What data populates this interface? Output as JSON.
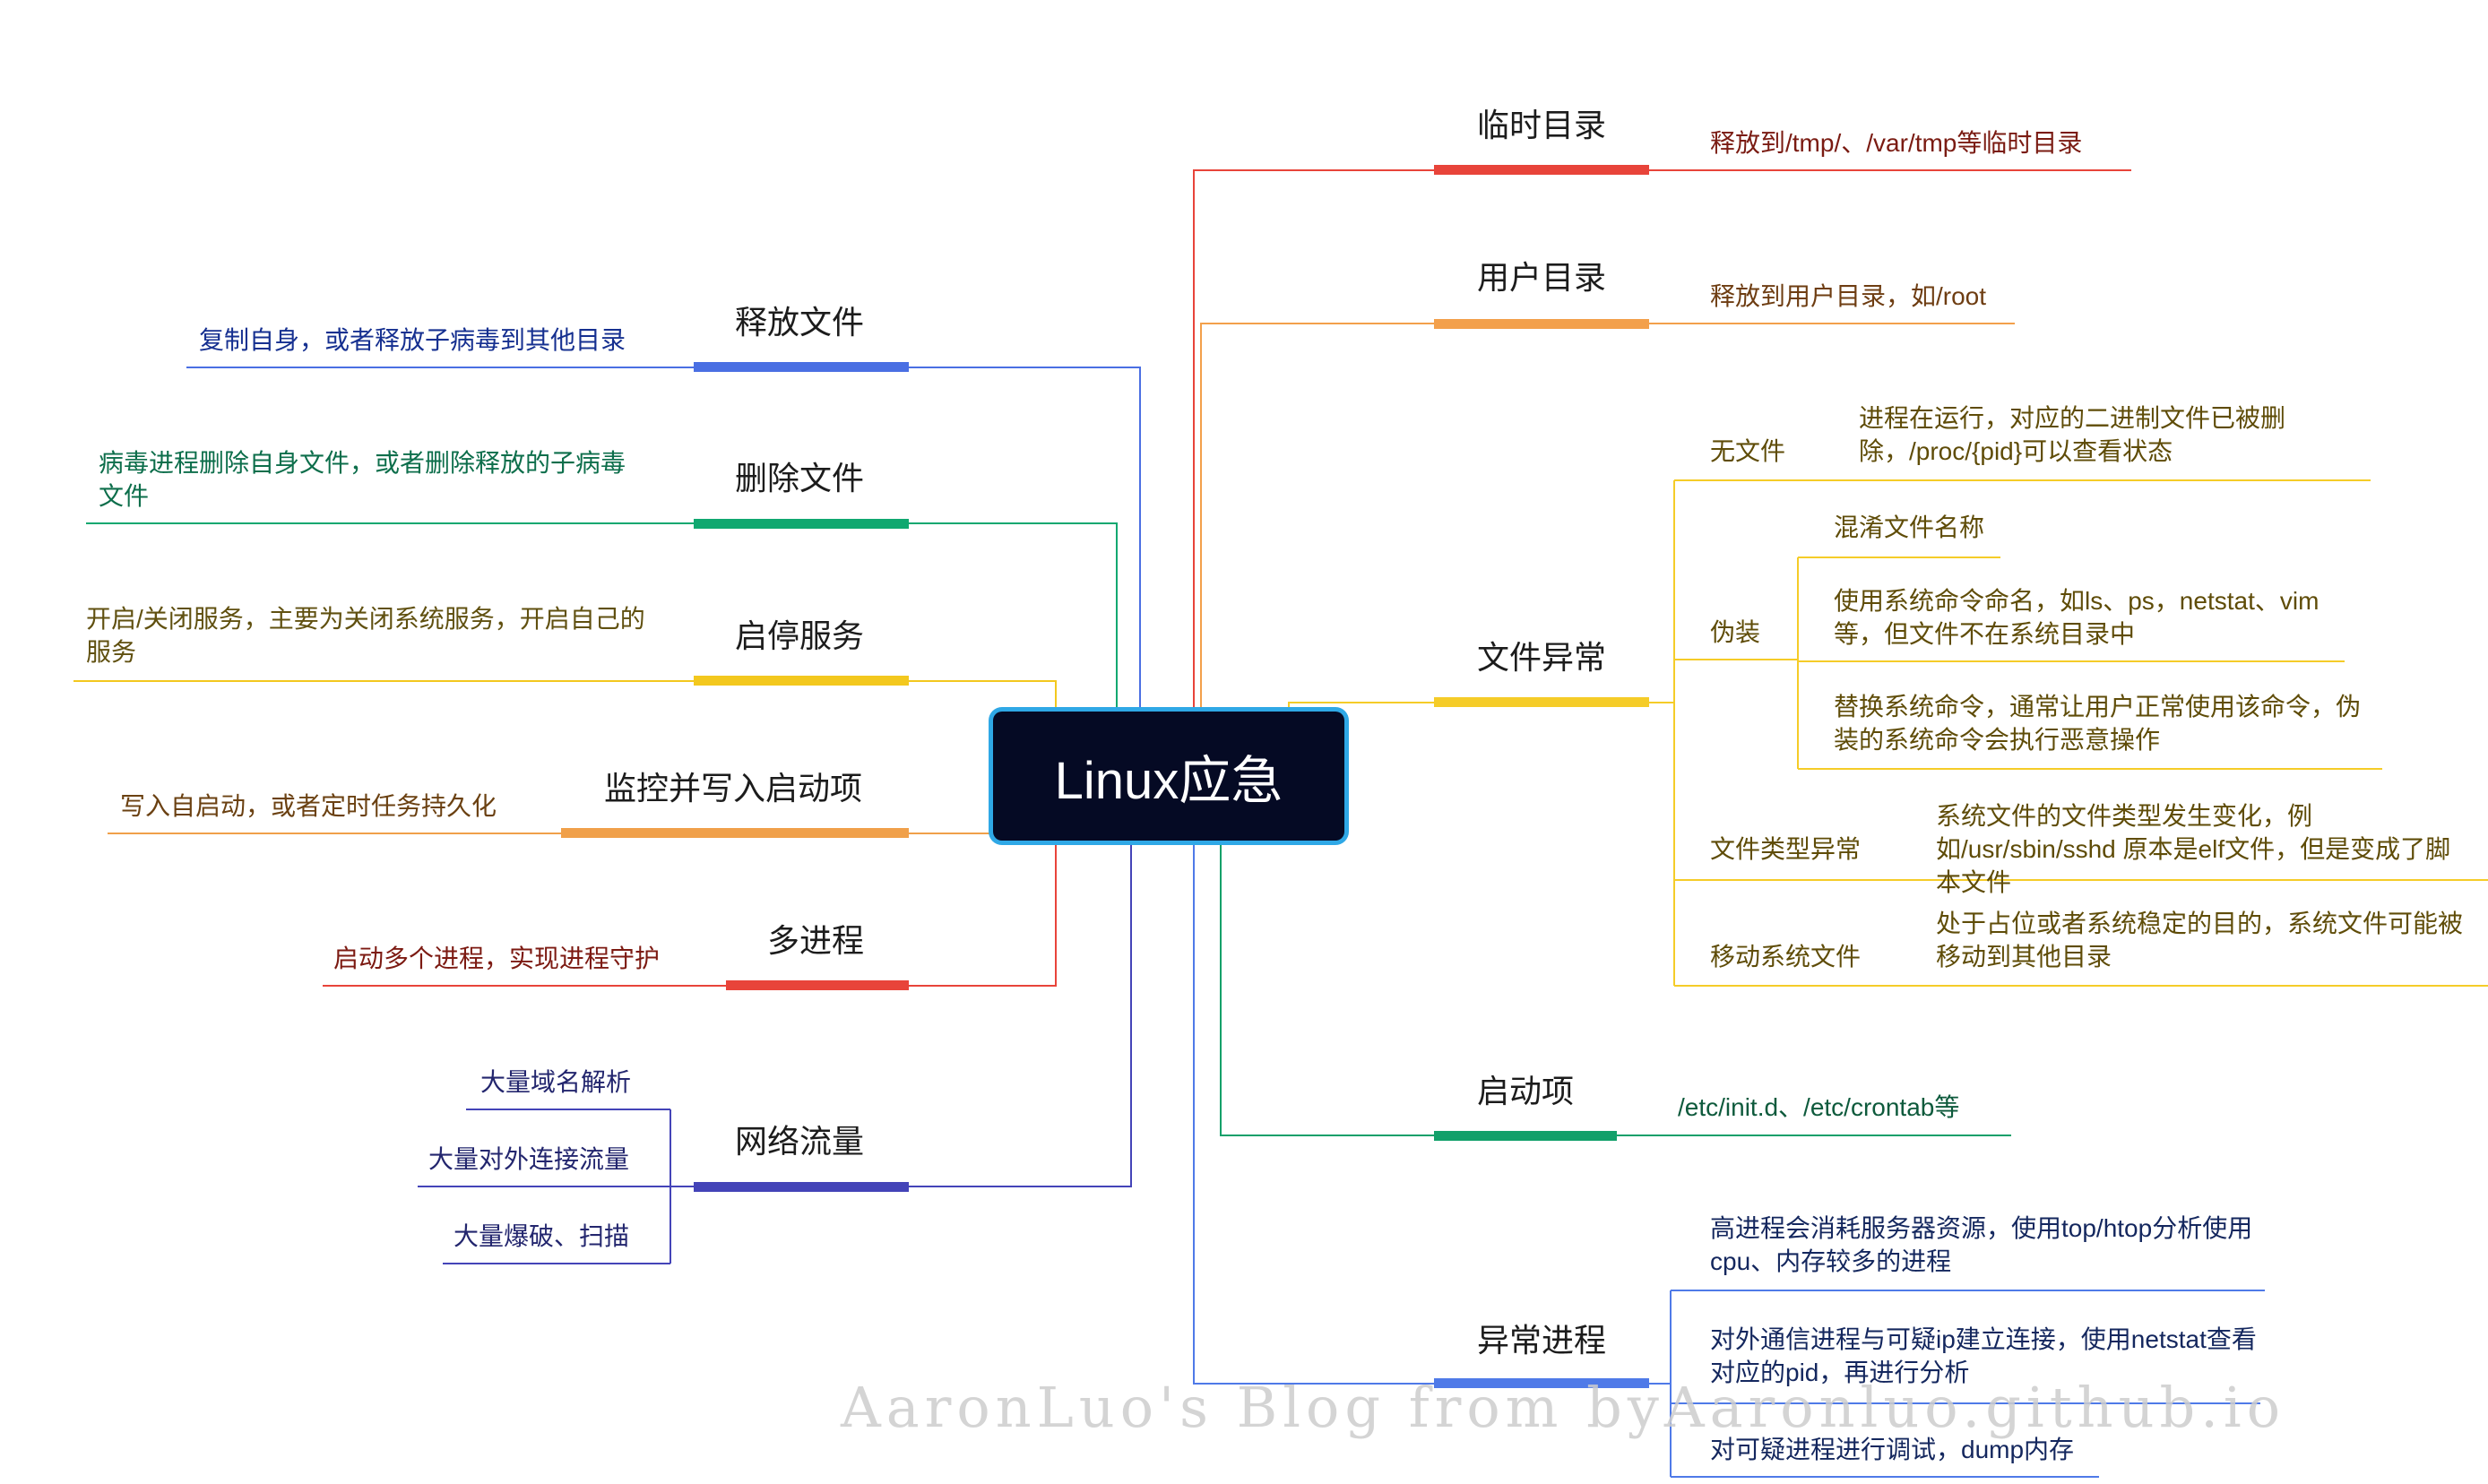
{
  "center": {
    "title": "Linux应急"
  },
  "right": [
    {
      "label": "临时目录",
      "color": "#e8443a",
      "leaves": [
        "释放到/tmp/、/var/tmp等临时目录"
      ]
    },
    {
      "label": "用户目录",
      "color": "#f3a04b",
      "leaves": [
        "释放到用户目录，如/root"
      ]
    },
    {
      "label": "文件异常",
      "color": "#f5cc28",
      "children": [
        {
          "label": "无文件",
          "leaves": [
            "进程在运行，对应的二进制文件已被删除，/proc/{pid}可以查看状态"
          ]
        },
        {
          "label": "伪装",
          "leaves": [
            "混淆文件名称",
            "使用系统命令命名，如ls、ps，netstat、vim等，但文件不在系统目录中",
            "替换系统命令，通常让用户正常使用该命令，伪装的系统命令会执行恶意操作"
          ]
        },
        {
          "label": "文件类型异常",
          "leaves": [
            "系统文件的文件类型发生变化，例如/usr/sbin/sshd 原本是elf文件，但是变成了脚本文件"
          ]
        },
        {
          "label": "移动系统文件",
          "leaves": [
            "处于占位或者系统稳定的目的，系统文件可能被移动到其他目录"
          ]
        }
      ]
    },
    {
      "label": "启动项",
      "color": "#12a06a",
      "leaves": [
        "/etc/init.d、/etc/crontab等"
      ]
    },
    {
      "label": "异常进程",
      "color": "#4f7ae8",
      "leaves": [
        "高进程会消耗服务器资源，使用top/htop分析使用cpu、内存较多的进程",
        "对外通信进程与可疑ip建立连接，使用netstat查看对应的pid，再进行分析",
        "对可疑进程进行调试，dump内存"
      ]
    }
  ],
  "left": [
    {
      "label": "释放文件",
      "color": "#4a6fe3",
      "leaves": [
        "复制自身，或者释放子病毒到其他目录"
      ]
    },
    {
      "label": "删除文件",
      "color": "#10a870",
      "leaves": [
        "病毒进程删除自身文件，或者删除释放的子病毒文件"
      ]
    },
    {
      "label": "启停服务",
      "color": "#f3c81e",
      "leaves": [
        "开启/关闭服务，主要为关闭系统服务，开启自己的服务"
      ]
    },
    {
      "label": "监控并写入启动项",
      "color": "#f0a04a",
      "leaves": [
        "写入自启动，或者定时任务持久化"
      ]
    },
    {
      "label": "多进程",
      "color": "#e8443a",
      "leaves": [
        "启动多个进程，实现进程守护"
      ]
    },
    {
      "label": "网络流量",
      "color": "#4444b8",
      "leaves": [
        "大量域名解析",
        "大量对外连接流量",
        "大量爆破、扫描"
      ]
    }
  ],
  "watermark": "AaronLuo's Blog from byAaronluo.github.io"
}
